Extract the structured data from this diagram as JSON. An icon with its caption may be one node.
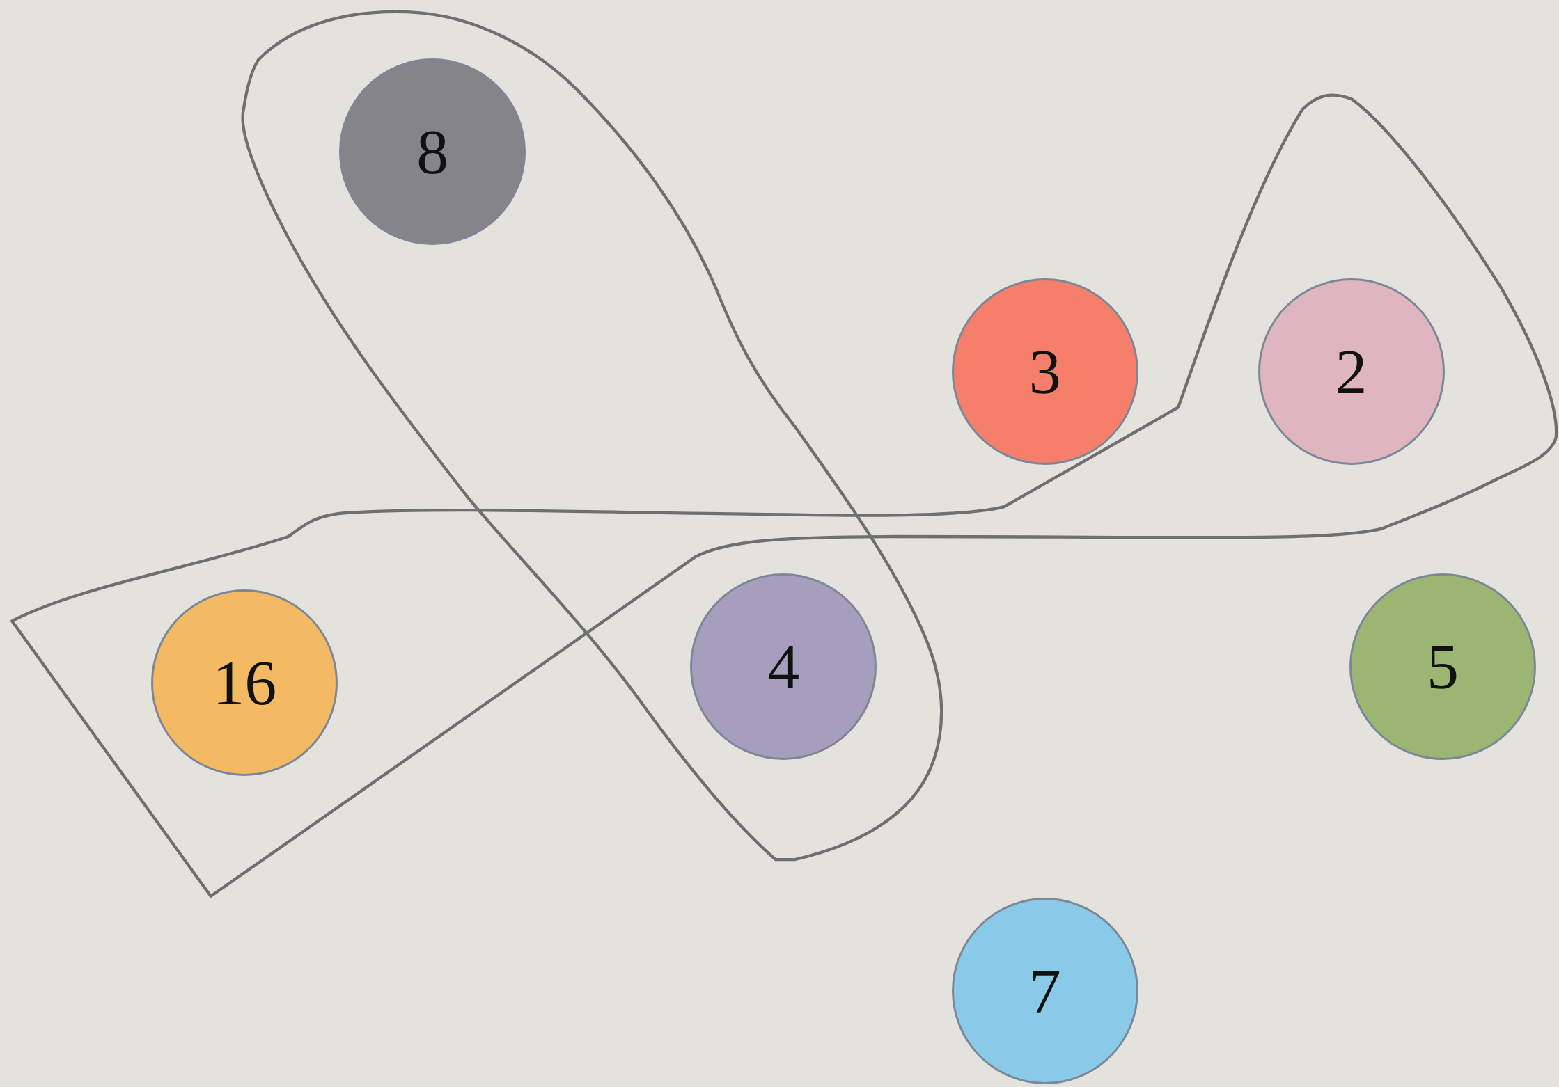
{
  "diagram": {
    "nodes": [
      {
        "text": [
          "8"
        ]
      },
      {
        "text": [
          "3"
        ]
      },
      {
        "text": [
          "2"
        ]
      },
      {
        "text": [
          "16"
        ]
      },
      {
        "text": [
          "4"
        ]
      },
      {
        "text": [
          "5"
        ]
      },
      {
        "text": [
          "7"
        ]
      }
    ]
  }
}
